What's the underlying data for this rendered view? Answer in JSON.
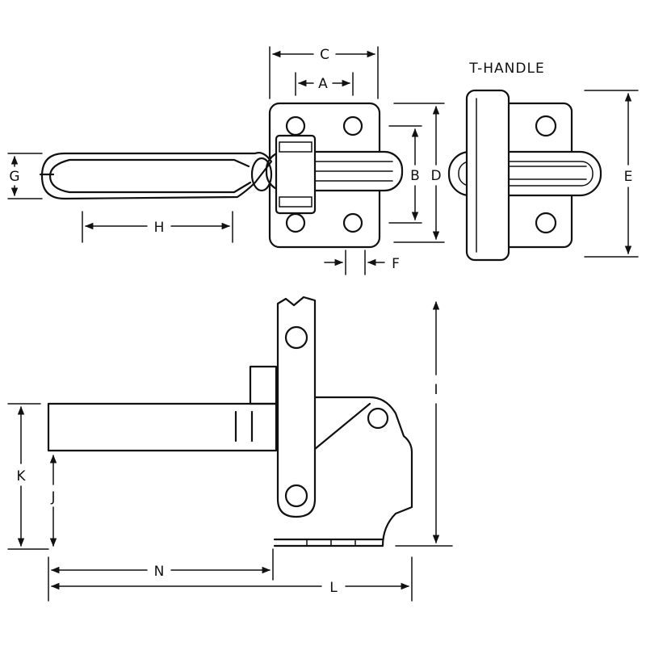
{
  "title": "T-HANDLE",
  "dimension_labels": {
    "A": "A",
    "B": "B",
    "C": "C",
    "D": "D",
    "E": "E",
    "F": "F",
    "G": "G",
    "H": "H",
    "I": "I",
    "J": "J",
    "K": "K",
    "L": "L",
    "N": "N"
  },
  "colors": {
    "ink": "#111111",
    "paper": "#ffffff"
  }
}
